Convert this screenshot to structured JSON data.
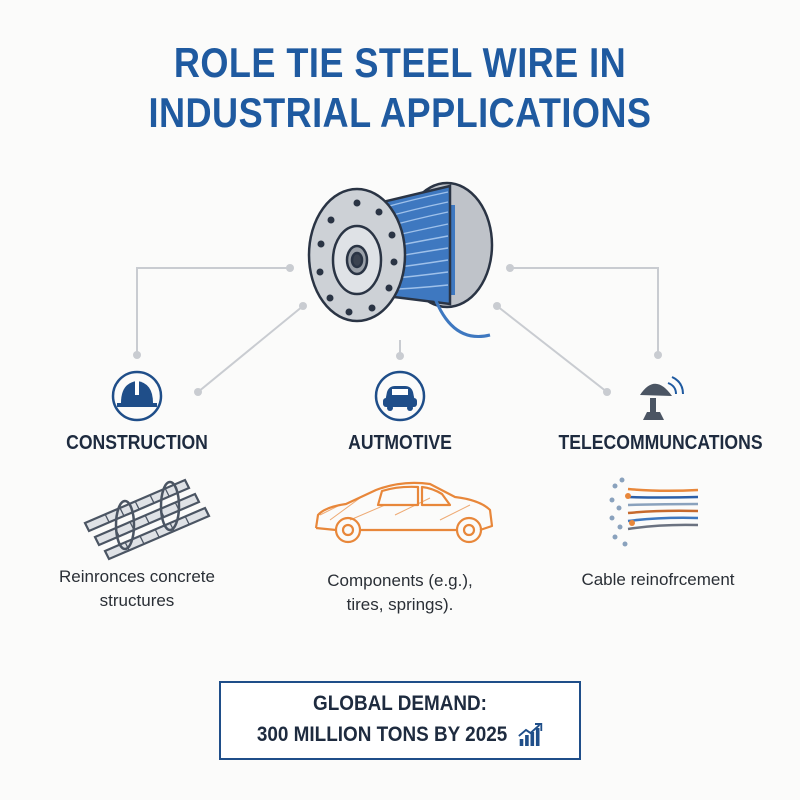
{
  "title": {
    "line1": "ROLE TIE STEEL WIRE IN",
    "line2": "INDUSTRIAL APPLICATIONS"
  },
  "center": {
    "icon": "wire-spool-icon"
  },
  "applications": [
    {
      "heading": "CONSTRUCTION",
      "icon": "hard-hat-icon",
      "illustration": "rebar-icon",
      "description_line1": "Reinronces concrete",
      "description_line2": "structures"
    },
    {
      "heading": "AUTMOTIVE",
      "icon": "car-icon",
      "illustration": "sedan-icon",
      "description_line1": "Components (e.g.),",
      "description_line2": "tires, springs)."
    },
    {
      "heading": "TELECOMMUNCATIONS",
      "icon": "satellite-dish-icon",
      "illustration": "fiber-cable-icon",
      "description_line1": "Cable reinofrcement"
    }
  ],
  "demand": {
    "line1": "GLOBAL DEMAND:",
    "line2": "300 MILLION TONS BY 2025",
    "icon": "growth-chart-icon"
  },
  "colors": {
    "title_blue": "#1f5aa0",
    "heading_dark": "#1e2b3f",
    "wire_blue": "#3e78c0",
    "automotive_orange": "#e8873a",
    "connector_gray": "#c9ccd1"
  }
}
